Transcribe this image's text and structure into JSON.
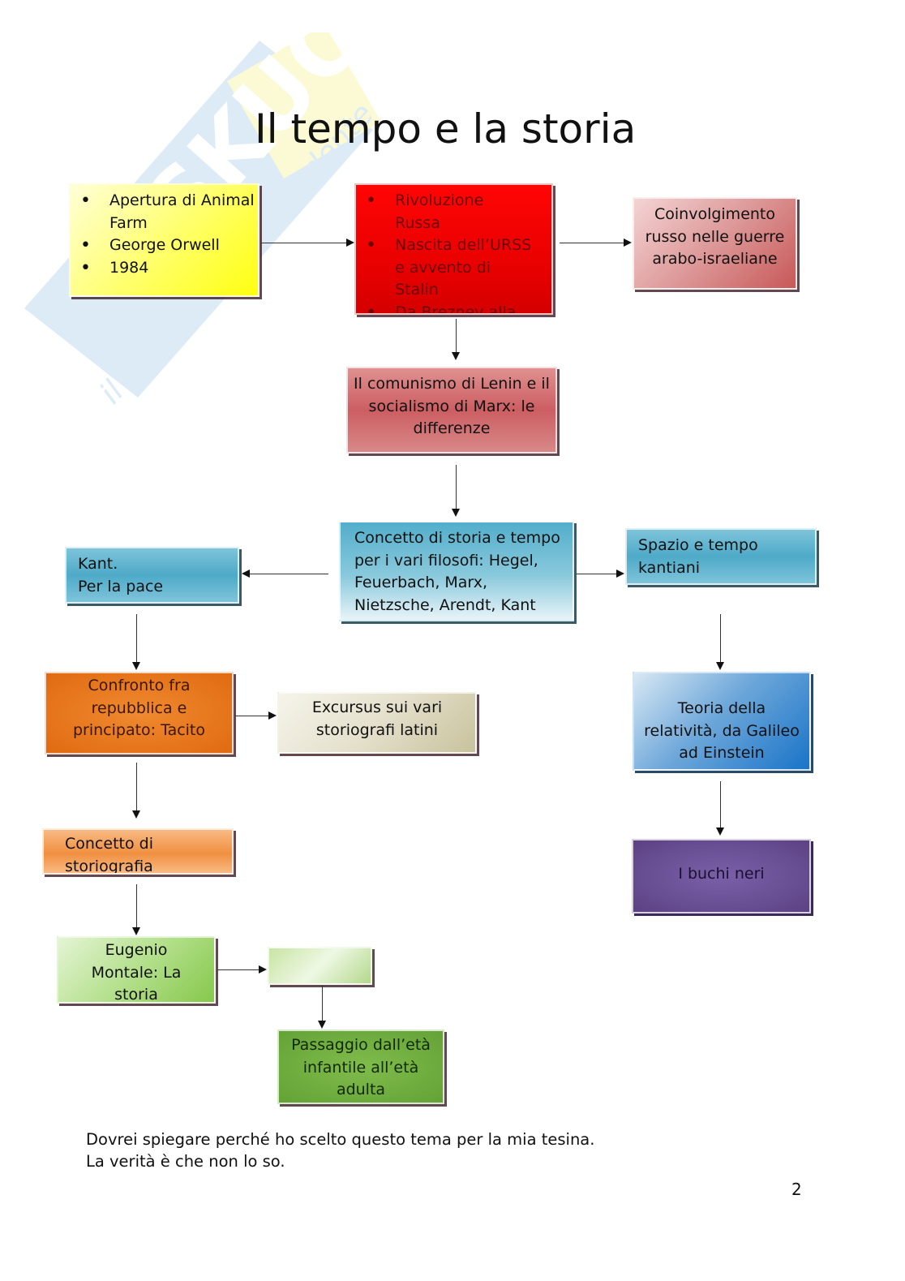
{
  "page": {
    "title": "Il tempo e la storia",
    "page_number": "2",
    "watermark": {
      "brand": "Skuola.net",
      "tagline": "il paradiso dello studente"
    },
    "colors": {
      "yellow": "#ffff33",
      "red": "#e60000",
      "rose": "#cc6666",
      "teal": "#5fb3cc",
      "orange": "#e8761a",
      "light_orange": "#f4a060",
      "beige": "#d8d4b8",
      "blue": "#2a82cc",
      "purple": "#6a5094",
      "light_green": "#a8d878",
      "green": "#6aa83a"
    }
  },
  "nodes": {
    "orwell": {
      "bullets": [
        "Apertura di Animal Farm",
        "George Orwell",
        "1984"
      ]
    },
    "russia": {
      "bullets": [
        "Rivoluzione Russa",
        "Nascita dell’URSS e avvento di Stalin",
        "Da Breznev alla"
      ]
    },
    "arab_israeli": {
      "text": "Coinvolgimento russo nelle guerre arabo-israeliane"
    },
    "lenin_marx": {
      "text": "Il comunismo di Lenin e il socialismo di Marx: le differenze"
    },
    "philosophers": {
      "text": "Concetto di storia e tempo per i vari filosofi: Hegel, Feuerbach, Marx, Nietzsche, Arendt, Kant"
    },
    "kant_peace": {
      "line1": "Kant.",
      "line2": "Per la pace"
    },
    "kant_space": {
      "text": "Spazio e tempo kantiani"
    },
    "republic": {
      "text": "Confronto fra repubblica e principato: Tacito"
    },
    "historians": {
      "text": "Excursus sui vari storiografi latini"
    },
    "relativity": {
      "text": "Teoria della relatività, da Galileo ad Einstein"
    },
    "historiography": {
      "text": "Concetto di storiografia"
    },
    "black_holes": {
      "text": "I buchi neri"
    },
    "montale": {
      "text": "Eugenio Montale: La storia"
    },
    "empty": {
      "text": ""
    },
    "growing_up": {
      "text": "Passaggio dall’età infantile all’età adulta"
    }
  },
  "footer": {
    "line1": "Dovrei spiegare perché ho scelto questo tema per la mia tesina.",
    "line2": "La verità è che non lo so."
  }
}
